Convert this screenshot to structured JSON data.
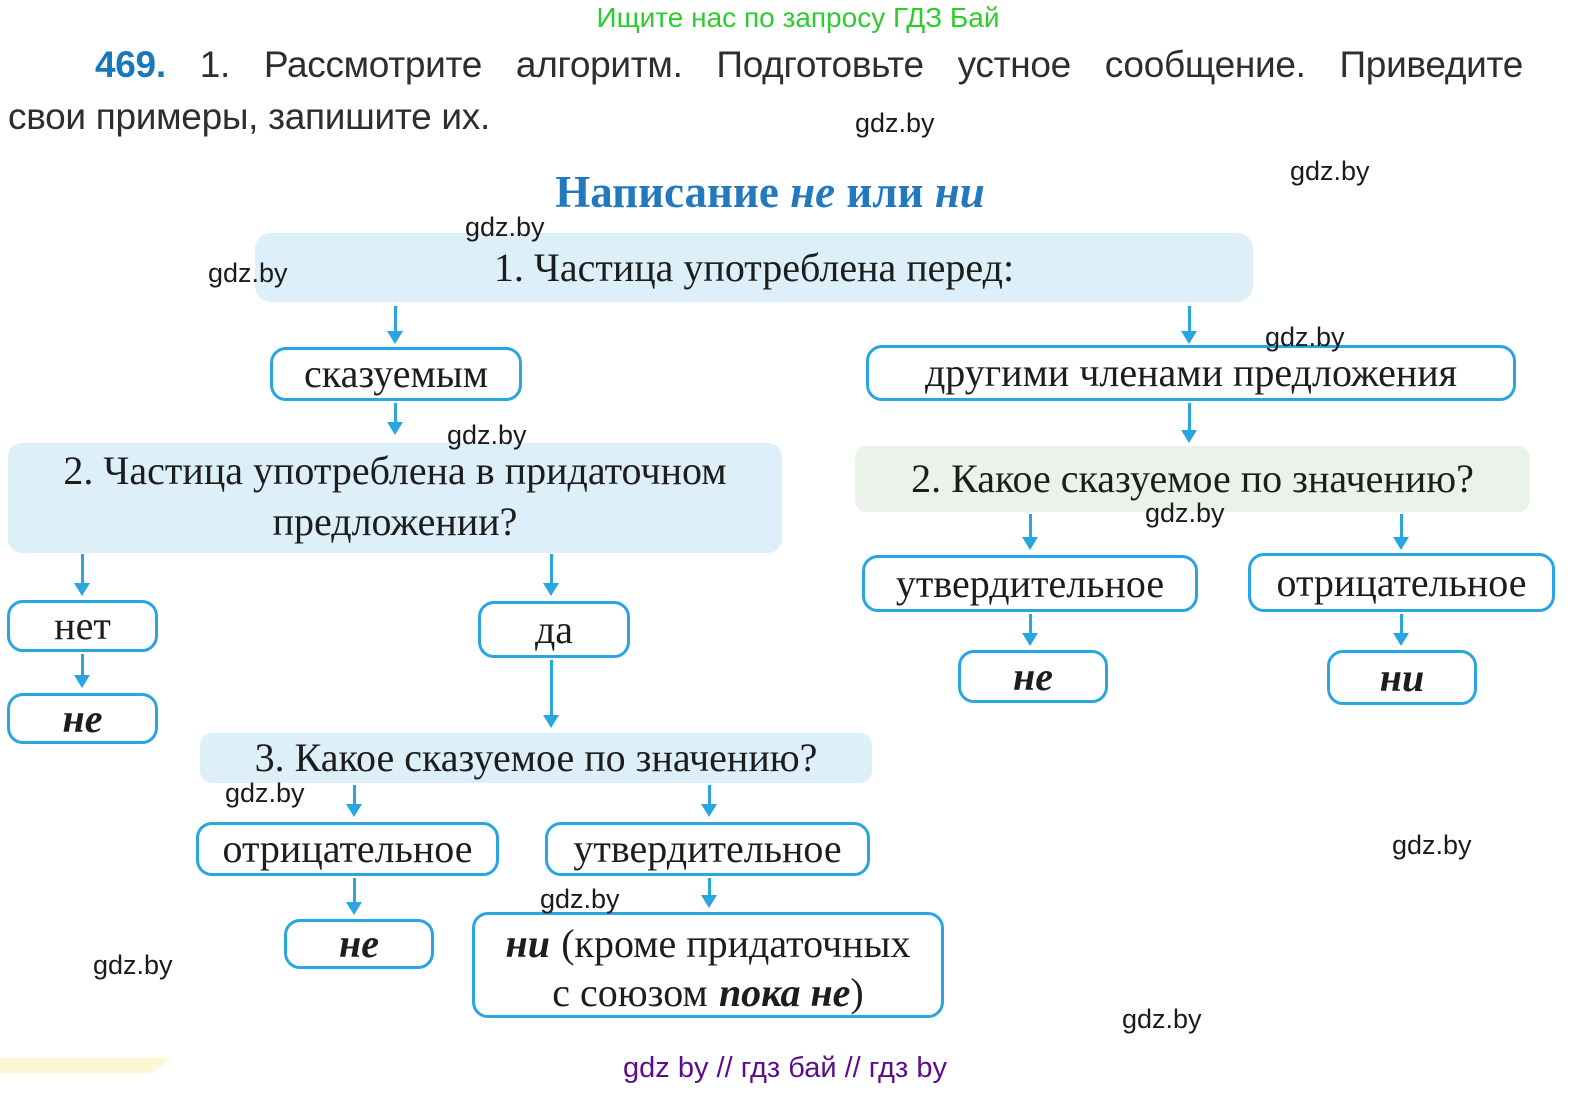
{
  "page": {
    "promo": "Ищите нас по запросу ГДЗ Бай",
    "watermark": "gdz.by",
    "footer": "gdz by  //  гдз бай  //  гдз by"
  },
  "task": {
    "number": "469.",
    "line1_rest": "1. Рассмотрите алгоритм. Подготовьте устное сообщение. Приведите",
    "line2": "свои примеры, запишите их."
  },
  "title": {
    "word1": "Написание",
    "particle1": "не",
    "word2": "или",
    "particle2": "ни"
  },
  "flowchart": {
    "q1": "1. Частица употреблена перед:",
    "branch_left": {
      "predicate": "сказуемым",
      "q2_line1": "2. Частица употреблена в придаточном",
      "q2_line2": "предложении?",
      "answer_no": "нет",
      "no_result": "не",
      "answer_yes": "да",
      "q3": "3. Какое сказуемое по значению?",
      "negative": "отрицательное",
      "affirmative": "утвердительное",
      "negative_result": "не",
      "affirmative_result_particle": "ни",
      "affirmative_result_line1": "(кроме придаточных",
      "affirmative_result_line2_pre": "с союзом",
      "affirmative_result_conj": "пока не",
      "affirmative_result_close": ")"
    },
    "branch_right": {
      "other_members": "другими членами предложения",
      "q2": "2. Какое сказуемое по значению?",
      "affirmative": "утвердительное",
      "negative": "отрицательное",
      "affirmative_result": "не",
      "negative_result": "ни"
    }
  },
  "colors": {
    "accent_cyan": "#29a5e0",
    "panel_blue": "#ddeff9",
    "panel_green": "#eaf2ea",
    "title_blue": "#2279bd",
    "promo_green": "#2ecc2e",
    "footer_purple": "#5c0d8e",
    "exercise_number_blue": "#1878be"
  }
}
